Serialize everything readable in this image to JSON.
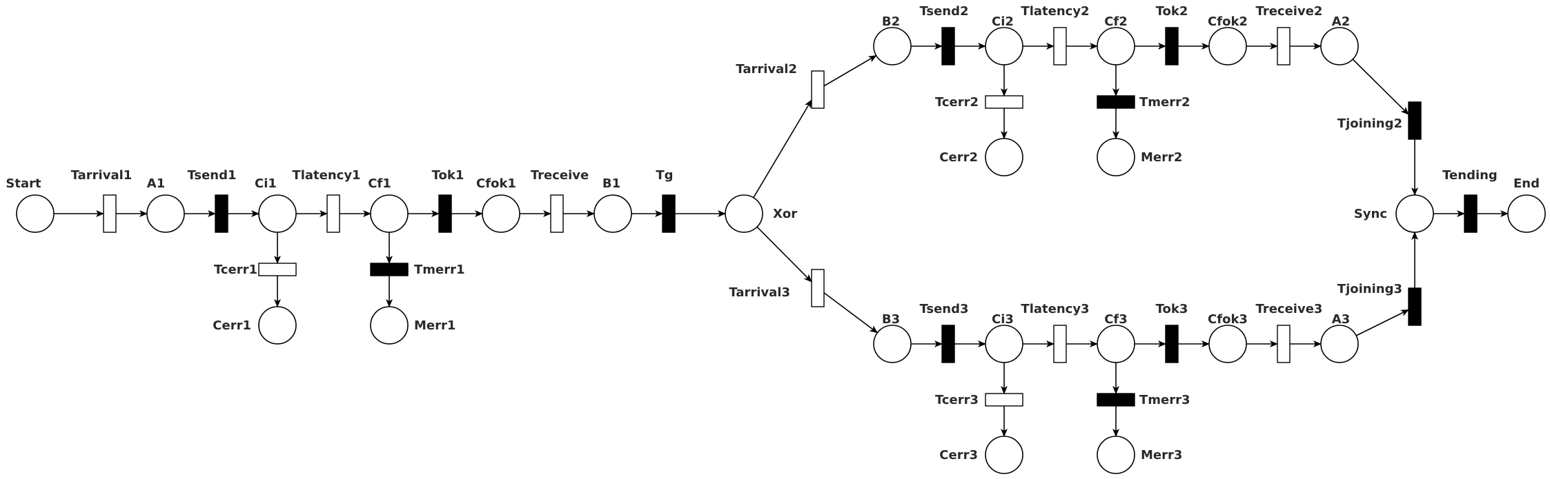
{
  "places": [
    {
      "id": "Start",
      "label": "Start"
    },
    {
      "id": "A1",
      "label": "A1"
    },
    {
      "id": "Ci1",
      "label": "Ci1"
    },
    {
      "id": "Cf1",
      "label": "Cf1"
    },
    {
      "id": "Cfok1",
      "label": "Cfok1"
    },
    {
      "id": "B1",
      "label": "B1"
    },
    {
      "id": "Xor",
      "label": "Xor"
    },
    {
      "id": "Cerr1",
      "label": "Cerr1"
    },
    {
      "id": "Merr1",
      "label": "Merr1"
    },
    {
      "id": "B2",
      "label": "B2"
    },
    {
      "id": "Ci2",
      "label": "Ci2"
    },
    {
      "id": "Cf2",
      "label": "Cf2"
    },
    {
      "id": "Cfok2",
      "label": "Cfok2"
    },
    {
      "id": "A2",
      "label": "A2"
    },
    {
      "id": "Cerr2",
      "label": "Cerr2"
    },
    {
      "id": "Merr2",
      "label": "Merr2"
    },
    {
      "id": "B3",
      "label": "B3"
    },
    {
      "id": "Ci3",
      "label": "Ci3"
    },
    {
      "id": "Cf3",
      "label": "Cf3"
    },
    {
      "id": "Cfok3",
      "label": "Cfok3"
    },
    {
      "id": "A3",
      "label": "A3"
    },
    {
      "id": "Cerr3",
      "label": "Cerr3"
    },
    {
      "id": "Merr3",
      "label": "Merr3"
    },
    {
      "id": "Sync",
      "label": "Sync"
    },
    {
      "id": "End",
      "label": "End"
    }
  ],
  "transitions": [
    {
      "id": "Tarrival1",
      "label": "Tarrival1",
      "kind": "timed"
    },
    {
      "id": "Tsend1",
      "label": "Tsend1",
      "kind": "immediate"
    },
    {
      "id": "Tlatency1",
      "label": "Tlatency1",
      "kind": "timed"
    },
    {
      "id": "Tok1",
      "label": "Tok1",
      "kind": "immediate"
    },
    {
      "id": "Treceive",
      "label": "Treceive",
      "kind": "timed"
    },
    {
      "id": "Tg",
      "label": "Tg",
      "kind": "immediate"
    },
    {
      "id": "Tcerr1",
      "label": "Tcerr1",
      "kind": "timed"
    },
    {
      "id": "Tmerr1",
      "label": "Tmerr1",
      "kind": "immediate"
    },
    {
      "id": "Tarrival2",
      "label": "Tarrival2",
      "kind": "timed"
    },
    {
      "id": "Tarrival3",
      "label": "Tarrival3",
      "kind": "timed"
    },
    {
      "id": "Tsend2",
      "label": "Tsend2",
      "kind": "immediate"
    },
    {
      "id": "Tlatency2",
      "label": "Tlatency2",
      "kind": "timed"
    },
    {
      "id": "Tok2",
      "label": "Tok2",
      "kind": "immediate"
    },
    {
      "id": "Treceive2",
      "label": "Treceive2",
      "kind": "timed"
    },
    {
      "id": "Tcerr2",
      "label": "Tcerr2",
      "kind": "timed"
    },
    {
      "id": "Tmerr2",
      "label": "Tmerr2",
      "kind": "immediate"
    },
    {
      "id": "Tsend3",
      "label": "Tsend3",
      "kind": "immediate"
    },
    {
      "id": "Tlatency3",
      "label": "Tlatency3",
      "kind": "timed"
    },
    {
      "id": "Tok3",
      "label": "Tok3",
      "kind": "immediate"
    },
    {
      "id": "Treceive3",
      "label": "Treceive3",
      "kind": "timed"
    },
    {
      "id": "Tcerr3",
      "label": "Tcerr3",
      "kind": "timed"
    },
    {
      "id": "Tmerr3",
      "label": "Tmerr3",
      "kind": "immediate"
    },
    {
      "id": "Tjoining2",
      "label": "Tjoining2",
      "kind": "immediate"
    },
    {
      "id": "Tjoining3",
      "label": "Tjoining3",
      "kind": "immediate"
    },
    {
      "id": "Tending",
      "label": "Tending",
      "kind": "immediate"
    }
  ],
  "arcs": [
    [
      "Start",
      "Tarrival1"
    ],
    [
      "Tarrival1",
      "A1"
    ],
    [
      "A1",
      "Tsend1"
    ],
    [
      "Tsend1",
      "Ci1"
    ],
    [
      "Ci1",
      "Tlatency1"
    ],
    [
      "Tlatency1",
      "Cf1"
    ],
    [
      "Cf1",
      "Tok1"
    ],
    [
      "Tok1",
      "Cfok1"
    ],
    [
      "Cfok1",
      "Treceive"
    ],
    [
      "Treceive",
      "B1"
    ],
    [
      "B1",
      "Tg"
    ],
    [
      "Tg",
      "Xor"
    ],
    [
      "Ci1",
      "Tcerr1"
    ],
    [
      "Tcerr1",
      "Cerr1"
    ],
    [
      "Cf1",
      "Tmerr1"
    ],
    [
      "Tmerr1",
      "Merr1"
    ],
    [
      "Xor",
      "Tarrival2"
    ],
    [
      "Tarrival2",
      "B2"
    ],
    [
      "Xor",
      "Tarrival3"
    ],
    [
      "Tarrival3",
      "B3"
    ],
    [
      "B2",
      "Tsend2"
    ],
    [
      "Tsend2",
      "Ci2"
    ],
    [
      "Ci2",
      "Tlatency2"
    ],
    [
      "Tlatency2",
      "Cf2"
    ],
    [
      "Cf2",
      "Tok2"
    ],
    [
      "Tok2",
      "Cfok2"
    ],
    [
      "Cfok2",
      "Treceive2"
    ],
    [
      "Treceive2",
      "A2"
    ],
    [
      "Ci2",
      "Tcerr2"
    ],
    [
      "Tcerr2",
      "Cerr2"
    ],
    [
      "Cf2",
      "Tmerr2"
    ],
    [
      "Tmerr2",
      "Merr2"
    ],
    [
      "B3",
      "Tsend3"
    ],
    [
      "Tsend3",
      "Ci3"
    ],
    [
      "Ci3",
      "Tlatency3"
    ],
    [
      "Tlatency3",
      "Cf3"
    ],
    [
      "Cf3",
      "Tok3"
    ],
    [
      "Tok3",
      "Cfok3"
    ],
    [
      "Cfok3",
      "Treceive3"
    ],
    [
      "Treceive3",
      "A3"
    ],
    [
      "Ci3",
      "Tcerr3"
    ],
    [
      "Tcerr3",
      "Cerr3"
    ],
    [
      "Cf3",
      "Tmerr3"
    ],
    [
      "Tmerr3",
      "Merr3"
    ],
    [
      "A2",
      "Tjoining2"
    ],
    [
      "Tjoining2",
      "Sync"
    ],
    [
      "A3",
      "Tjoining3"
    ],
    [
      "Tjoining3",
      "Sync"
    ],
    [
      "Sync",
      "Tending"
    ],
    [
      "Tending",
      "End"
    ]
  ],
  "colors": {
    "stroke": "#000000",
    "immediate_fill": "#000000",
    "timed_fill": "#ffffff",
    "label": "#2a2a2a"
  }
}
